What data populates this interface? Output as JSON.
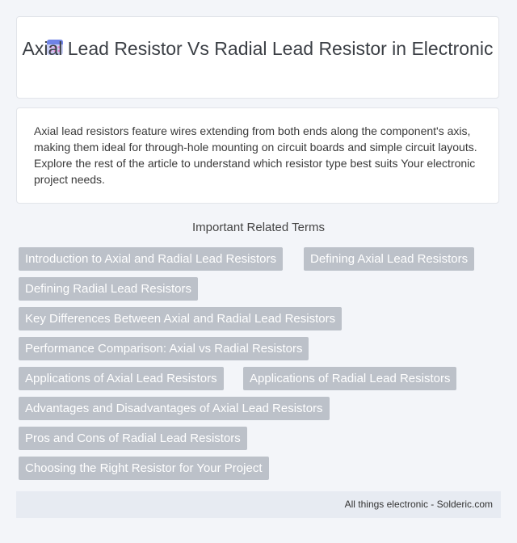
{
  "header": {
    "title": "Axial Lead Resistor Vs Radial Lead Resistor in Electronic",
    "icon": "calendar-icon"
  },
  "intro": {
    "text": "Axial lead resistors feature wires extending from both ends along the component's axis, making them ideal for through-hole mounting on circuit boards and simple circuit layouts. Explore the rest of the article to understand which resistor type best suits Your electronic project needs."
  },
  "terms": {
    "heading": "Important Related Terms",
    "items": [
      "Introduction to Axial and Radial Lead Resistors",
      "Defining Axial Lead Resistors",
      "Defining Radial Lead Resistors",
      "Key Differences Between Axial and Radial Lead Resistors",
      "Performance Comparison: Axial vs Radial Resistors",
      "Applications of Axial Lead Resistors",
      "Applications of Radial Lead Resistors",
      "Advantages and Disadvantages of Axial Lead Resistors",
      "Pros and Cons of Radial Lead Resistors",
      "Choosing the Right Resistor for Your Project"
    ]
  },
  "footer": {
    "text": "All things electronic - Solderic.com"
  },
  "colors": {
    "tag_background": "#bcc1c9",
    "page_background": "#f3f5f9",
    "footer_background": "#e7ebf2",
    "icon_accent": "#7b8ce0"
  }
}
